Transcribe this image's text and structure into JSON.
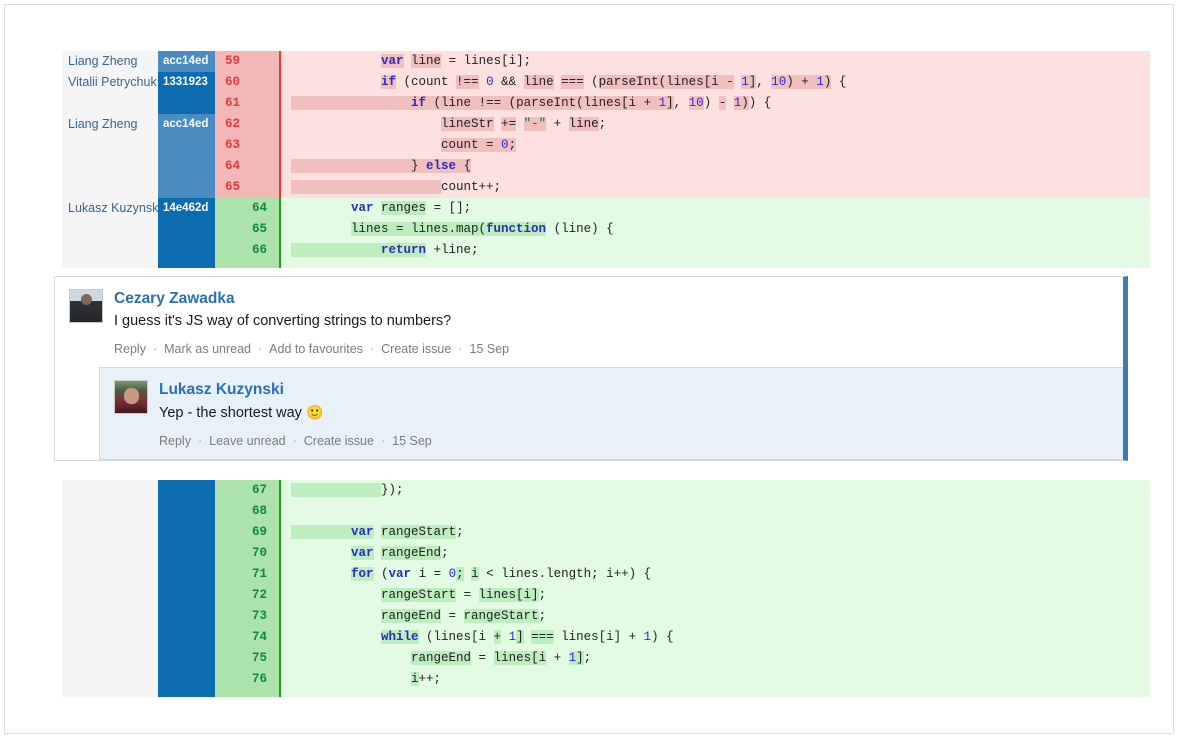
{
  "diff_top": {
    "deleted": {
      "rows": [
        {
          "lineno": "59",
          "author": "Liang Zheng",
          "commit": "acc14ed",
          "commit_tone": "light"
        },
        {
          "lineno": "60",
          "author": "Vitalii Petrychuk",
          "commit": "1331923",
          "commit_tone": "dark"
        },
        {
          "lineno": "61",
          "author": "",
          "commit": "",
          "commit_tone": "dark"
        },
        {
          "lineno": "62",
          "author": "Liang Zheng",
          "commit": "acc14ed",
          "commit_tone": "light"
        },
        {
          "lineno": "63",
          "author": "",
          "commit": "",
          "commit_tone": "light"
        },
        {
          "lineno": "64",
          "author": "",
          "commit": "",
          "commit_tone": "light"
        },
        {
          "lineno": "65",
          "author": "",
          "commit": "",
          "commit_tone": "light"
        }
      ],
      "code": [
        "            var line = lines[i];",
        "            if (count !== 0 && line === (parseInt(lines[i - 1], 10) + 1)) {",
        "                if (line !== (parseInt(lines[i + 1], 10) - 1)) {",
        "                    lineStr += \"-\" + line;",
        "                    count = 0;",
        "                } else {",
        "                    count++;"
      ]
    },
    "added": {
      "rows": [
        {
          "lineno": "64",
          "author": "Lukasz Kuzynski",
          "commit": "14e462d",
          "commit_tone": "dark"
        },
        {
          "lineno": "65",
          "author": "",
          "commit": "",
          "commit_tone": "dark"
        },
        {
          "lineno": "66",
          "author": "",
          "commit": "",
          "commit_tone": "dark"
        }
      ],
      "code": [
        "        var ranges = [];",
        "        lines = lines.map(function (line) {",
        "            return +line;"
      ]
    }
  },
  "comments": [
    {
      "author": "Cezary Zawadka",
      "text": "I guess it's JS way of converting strings to numbers?",
      "actions": [
        "Reply",
        "Mark as unread",
        "Add to favourites",
        "Create issue"
      ],
      "date": "15 Sep"
    },
    {
      "author": "Lukasz Kuzynski",
      "text": "Yep - the shortest way",
      "emoji": "🙂",
      "actions": [
        "Reply",
        "Leave unread",
        "Create issue"
      ],
      "date": "15 Sep"
    }
  ],
  "diff_bottom": {
    "added": {
      "rows": [
        {
          "lineno": "67",
          "commit_tone": "dark"
        },
        {
          "lineno": "68",
          "commit_tone": "dark"
        },
        {
          "lineno": "69",
          "commit_tone": "dark"
        },
        {
          "lineno": "70",
          "commit_tone": "dark"
        },
        {
          "lineno": "71",
          "commit_tone": "dark"
        },
        {
          "lineno": "72",
          "commit_tone": "dark"
        },
        {
          "lineno": "73",
          "commit_tone": "dark"
        },
        {
          "lineno": "74",
          "commit_tone": "dark"
        },
        {
          "lineno": "75",
          "commit_tone": "dark"
        },
        {
          "lineno": "76",
          "commit_tone": "dark"
        }
      ],
      "code": [
        "        });",
        "",
        "        var rangeStart;",
        "        var rangeEnd;",
        "        for (var i = 0; i < lines.length; i++) {",
        "            rangeStart = lines[i];",
        "            rangeEnd = rangeStart;",
        "            while (lines[i + 1] === lines[i] + 1) {",
        "                rangeEnd = lines[i + 1];",
        "                i++;"
      ]
    }
  },
  "colors": {
    "deleted_bg": "#fde1e1",
    "deleted_gutter": "#f2b8b8",
    "added_bg": "#e2fbe2",
    "added_gutter": "#abe3ab",
    "commit_light": "#4a8bc2",
    "commit_dark": "#0d6cb0",
    "author_link": "#3a6591",
    "comment_accent": "#3d7bb0",
    "nested_bg": "#e8f0f8"
  }
}
